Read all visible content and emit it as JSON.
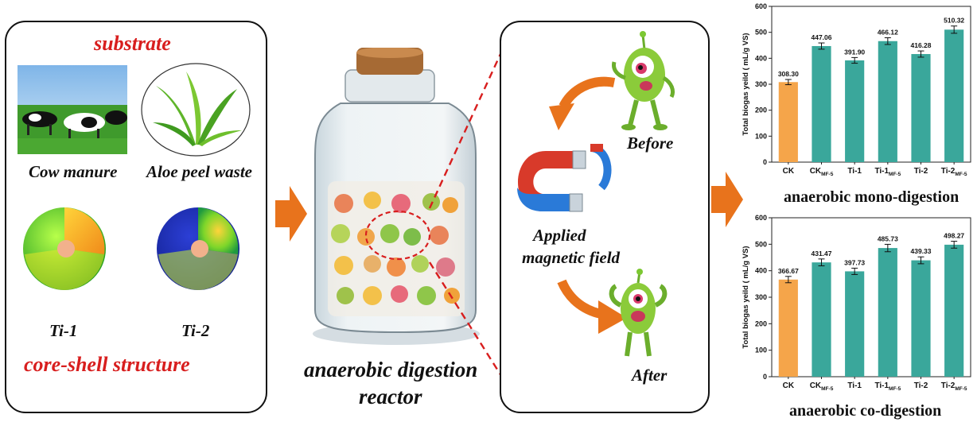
{
  "substrate_panel": {
    "title": "substrate",
    "items": [
      "Cow manure",
      "Aloe peel waste"
    ],
    "structures": [
      "Ti-1",
      "Ti-2"
    ],
    "subtitle": "core-shell structure"
  },
  "reactor": {
    "line1": "anaerobic digestion",
    "line2": "reactor"
  },
  "field_panel": {
    "before": "Before",
    "after": "After",
    "field_line1": "Applied",
    "field_line2": "magnetic field"
  },
  "colors": {
    "ck": "#f5a54a",
    "treated": "#3aa79b",
    "arrow": "#e8731c",
    "title_red": "#d81e1e"
  },
  "chart_data": [
    {
      "type": "bar",
      "title": "anaerobic mono-digestion",
      "ylabel": "Total biogas yeild ( mL/g VS)",
      "ylim": [
        0,
        600
      ],
      "yticks": [
        0,
        100,
        200,
        300,
        400,
        500,
        600
      ],
      "categories": [
        {
          "main": "CK",
          "sub": ""
        },
        {
          "main": "CK",
          "sub": "MF-5"
        },
        {
          "main": "Ti-1",
          "sub": ""
        },
        {
          "main": "Ti-1",
          "sub": "MF-5"
        },
        {
          "main": "Ti-2",
          "sub": ""
        },
        {
          "main": "Ti-2",
          "sub": "MF-5"
        }
      ],
      "values": [
        308.3,
        447.06,
        391.9,
        466.12,
        416.28,
        510.32
      ],
      "labels": [
        "308.30",
        "447.06",
        "391.90",
        "466.12",
        "416.28",
        "510.32"
      ],
      "errors": [
        10,
        12,
        11,
        13,
        12,
        14
      ]
    },
    {
      "type": "bar",
      "title": "anaerobic co-digestion",
      "ylabel": "Total biogas yeild ( mL/g VS)",
      "ylim": [
        0,
        600
      ],
      "yticks": [
        0,
        100,
        200,
        300,
        400,
        500,
        600
      ],
      "categories": [
        {
          "main": "CK",
          "sub": ""
        },
        {
          "main": "CK",
          "sub": "MF-5"
        },
        {
          "main": "Ti-1",
          "sub": ""
        },
        {
          "main": "Ti-1",
          "sub": "MF-5"
        },
        {
          "main": "Ti-2",
          "sub": ""
        },
        {
          "main": "Ti-2",
          "sub": "MF-5"
        }
      ],
      "values": [
        366.67,
        431.47,
        397.73,
        485.73,
        439.33,
        498.27
      ],
      "labels": [
        "366.67",
        "431.47",
        "397.73",
        "485.73",
        "439.33",
        "498.27"
      ],
      "errors": [
        12,
        13,
        12,
        14,
        13,
        13
      ]
    }
  ]
}
